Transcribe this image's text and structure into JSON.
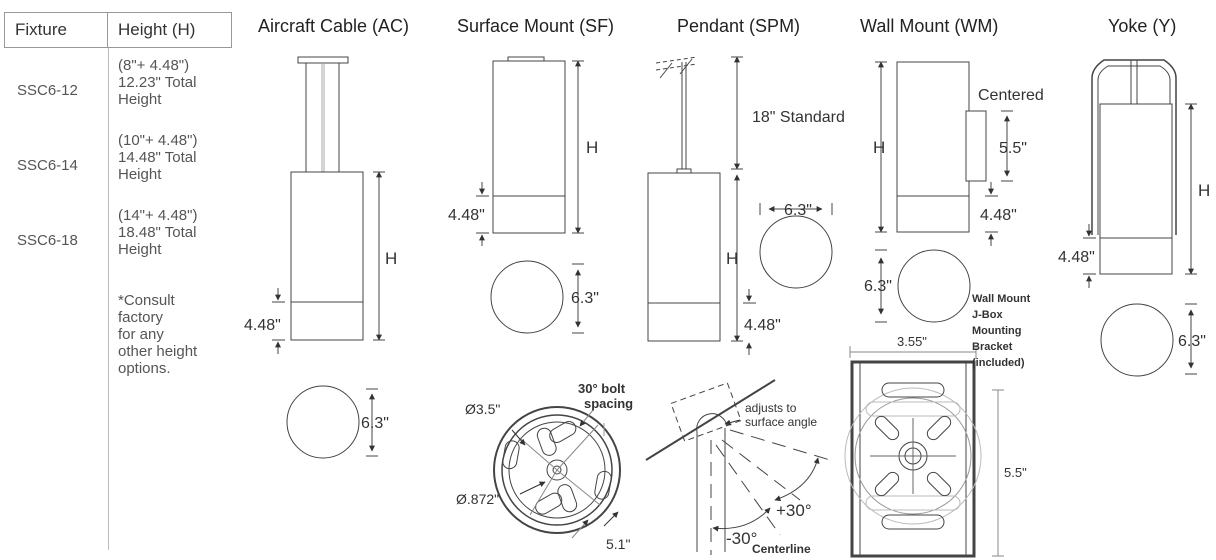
{
  "table": {
    "col1_header": "Fixture",
    "col2_header": "Height (H)",
    "rows": [
      {
        "fixture": "SSC6-12",
        "line1": "(8\"+ 4.48\")",
        "line2": "12.23\" Total",
        "line3": "Height"
      },
      {
        "fixture": "SSC6-14",
        "line1": "(10\"+ 4.48\")",
        "line2": "14.48\" Total",
        "line3": "Height"
      },
      {
        "fixture": "SSC6-18",
        "line1": "(14\"+ 4.48\")",
        "line2": "18.48\" Total",
        "line3": "Height"
      }
    ],
    "note": [
      "*Consult",
      "factory",
      "for any",
      "other height",
      "options."
    ]
  },
  "titles": {
    "ac": "Aircraft Cable (AC)",
    "sf": "Surface Mount (SF)",
    "spm": "Pendant (SPM)",
    "wm": "Wall Mount (WM)",
    "y": "Yoke (Y)"
  },
  "labels": {
    "h": "H",
    "base": "4.48\"",
    "diameter": "6.3\"",
    "standard": "18\" Standard",
    "centered": "Centered",
    "five_five": "5.5\"",
    "bolt_dia": "Ø3.5\"",
    "hole_dia": "Ø.872\"",
    "bolt_spacing_1": "30° bolt",
    "bolt_spacing_2": "spacing",
    "five_one": "5.1\"",
    "adjust_1": "adjusts to",
    "adjust_2": "surface angle",
    "plus30": "+30°",
    "minus30": "-30°",
    "centerline": "Centerline",
    "bracket_w": "3.55\"",
    "bracket_h": "5.5\"",
    "bracket_title": [
      "Wall Mount",
      "J-Box",
      "Mounting",
      "Bracket",
      "(included)"
    ]
  }
}
